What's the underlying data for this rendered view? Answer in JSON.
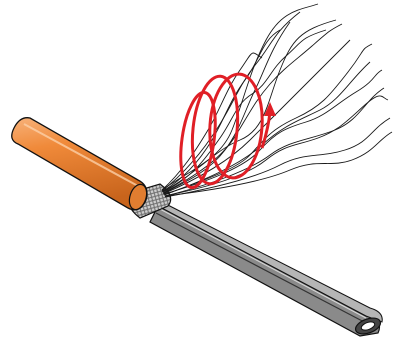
{
  "diagram": {
    "subject": "cable-cutaway-with-exposed-braid-and-field-loops",
    "colors": {
      "background": "#ffffff",
      "jacket": "#f08a3a",
      "jacket_shadow": "#c8641c",
      "jacket_highlight": "#f7b27a",
      "braid": "#9a9a9a",
      "braid_light": "#d9d9d9",
      "inner_cable": "#7a7a7a",
      "inner_cable_light": "#a8a8a8",
      "inner_cable_dark": "#4a4a4a",
      "wires": "#1a1a1a",
      "loops": "#e01f26",
      "outline": "#111111"
    },
    "icons": [
      "cable-jacket",
      "braided-shield",
      "inner-conductor-cable",
      "frayed-wires",
      "field-loops",
      "direction-arrow"
    ]
  }
}
